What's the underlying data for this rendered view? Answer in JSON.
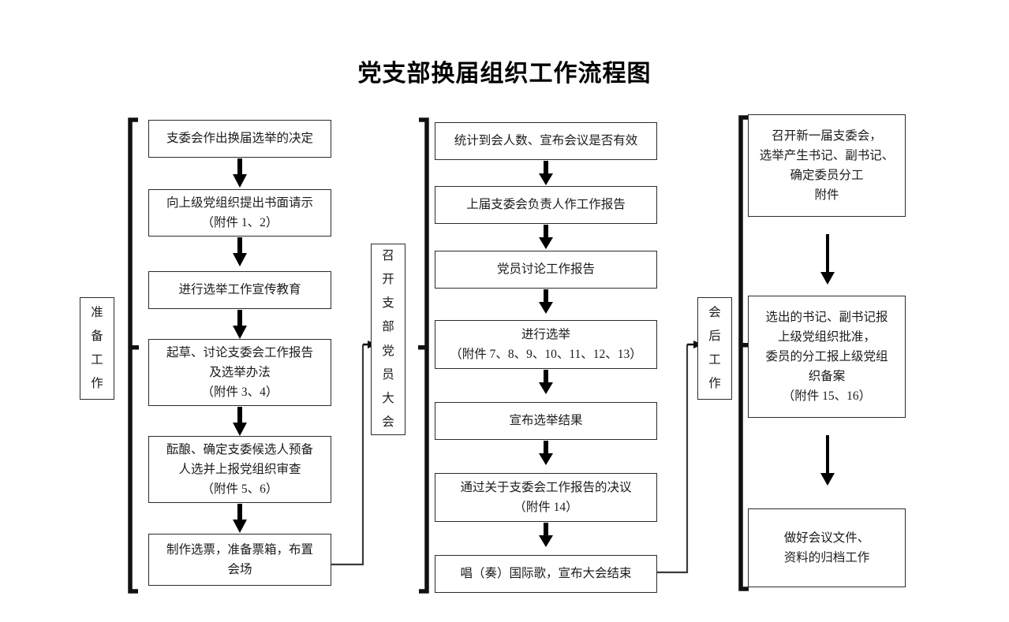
{
  "title": "党支部换届组织工作流程图",
  "stages": {
    "prepare": {
      "name": "准备工作",
      "chars": [
        "准",
        "备",
        "工",
        "作"
      ]
    },
    "meeting": {
      "name": "召开支部党员大会",
      "chars": [
        "召",
        "开",
        "支",
        "部",
        "党",
        "员",
        "大",
        "会"
      ]
    },
    "after": {
      "name": "会后工作",
      "chars": [
        "会",
        "后",
        "工",
        "作"
      ]
    }
  },
  "columns": {
    "left": {
      "stage": "准备工作",
      "steps": [
        {
          "id": "l1",
          "lines": [
            "支委会作出换届选举的决定"
          ]
        },
        {
          "id": "l2",
          "lines": [
            "向上级党组织提出书面请示",
            "（附件 1、2）"
          ]
        },
        {
          "id": "l3",
          "lines": [
            "进行选举工作宣传教育"
          ]
        },
        {
          "id": "l4",
          "lines": [
            "起草、讨论支委会工作报告",
            "及选举办法",
            "（附件 3、4）"
          ]
        },
        {
          "id": "l5",
          "lines": [
            "酝酿、确定支委候选人预备",
            "人选并上报党组织审查",
            "（附件 5、6）"
          ]
        },
        {
          "id": "l6",
          "lines": [
            "制作选票，准备票箱，布置",
            "会场"
          ]
        }
      ]
    },
    "middle": {
      "stage": "召开支部党员大会",
      "steps": [
        {
          "id": "m1",
          "lines": [
            "统计到会人数、宣布会议是否有效"
          ]
        },
        {
          "id": "m2",
          "lines": [
            "上届支委会负责人作工作报告"
          ]
        },
        {
          "id": "m3",
          "lines": [
            "党员讨论工作报告"
          ]
        },
        {
          "id": "m4",
          "lines": [
            "进行选举",
            "（附件 7、8、9、10、11、12、13）"
          ]
        },
        {
          "id": "m5",
          "lines": [
            "宣布选举结果"
          ]
        },
        {
          "id": "m6",
          "lines": [
            "通过关于支委会工作报告的决议",
            "（附件 14）"
          ]
        },
        {
          "id": "m7",
          "lines": [
            "唱（奏）国际歌，宣布大会结束"
          ]
        }
      ]
    },
    "right": {
      "stage": "会后工作",
      "steps": [
        {
          "id": "r1",
          "lines": [
            "召开新一届支委会，",
            "选举产生书记、副书记、",
            "确定委员分工",
            "附件"
          ]
        },
        {
          "id": "r2",
          "lines": [
            "选出的书记、副书记报",
            "上级党组织批准，",
            "委员的分工报上级党组",
            "织备案",
            "（附件 15、16）"
          ]
        },
        {
          "id": "r3",
          "lines": [
            "做好会议文件、",
            "资料的归档工作"
          ]
        }
      ]
    }
  },
  "connectors": [
    {
      "id": "c1",
      "from": "制作选票，准备票箱，布置会场",
      "to": "召开支部党员大会"
    },
    {
      "id": "c2",
      "from": "唱（奏）国际歌，宣布大会结束",
      "to": "会后工作"
    }
  ],
  "colors": {
    "stroke": "#2b2b2b",
    "arrow": "#000000",
    "background": "#ffffff",
    "text": "#1b1b1b"
  }
}
